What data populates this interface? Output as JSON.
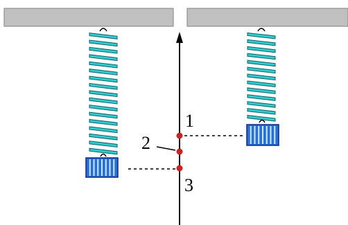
{
  "figure": {
    "point_labels": [
      "1",
      "2",
      "3"
    ],
    "colors": {
      "ceiling": "#c0c0c0",
      "spring": "#33cccc",
      "weight": "#2b6fd6",
      "weight_stripe": "#c9ecff",
      "point": "#cc2222",
      "axis": "#000000",
      "dashed": "#000000"
    },
    "icons": [
      "spring-left",
      "spring-right",
      "weight-left",
      "weight-right",
      "vertical-axis-arrow"
    ]
  }
}
